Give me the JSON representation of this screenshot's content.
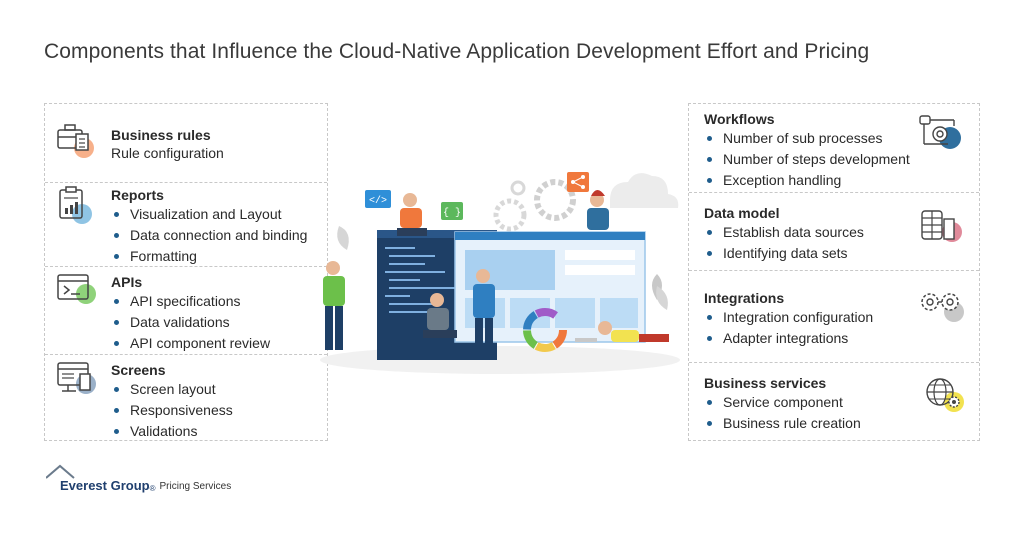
{
  "title": "Components that Influence the Cloud-Native Application Development Effort and Pricing",
  "left": [
    {
      "heading": "Business rules",
      "sub": "Rule configuration",
      "bullets": [],
      "icon": "briefcase-document-icon"
    },
    {
      "heading": "Reports",
      "sub": "",
      "bullets": [
        "Visualization and Layout",
        "Data connection and binding",
        "Formatting"
      ],
      "icon": "clipboard-chart-icon"
    },
    {
      "heading": "APIs",
      "sub": "",
      "bullets": [
        "API specifications",
        "Data validations",
        "API component review"
      ],
      "icon": "terminal-window-icon"
    },
    {
      "heading": "Screens",
      "sub": "",
      "bullets": [
        "Screen layout",
        "Responsiveness",
        "Validations"
      ],
      "icon": "monitor-screens-icon"
    }
  ],
  "right": [
    {
      "heading": "Workflows",
      "bullets": [
        "Number of sub processes",
        "Number of  steps development",
        "Exception handling"
      ],
      "icon": "workflow-icon"
    },
    {
      "heading": "Data model",
      "bullets": [
        "Establish data sources",
        "Identifying data sets"
      ],
      "icon": "database-building-icon"
    },
    {
      "heading": "Integrations",
      "bullets": [
        "Integration configuration",
        "Adapter integrations"
      ],
      "icon": "gears-icon"
    },
    {
      "heading": "Business services",
      "bullets": [
        "Service component",
        "Business rule creation"
      ],
      "icon": "globe-gear-icon"
    }
  ],
  "footer": {
    "brand": "Everest Group",
    "reg": "®",
    "service": "Pricing Services"
  },
  "colors": {
    "accent_blue": "#1f5d8c",
    "orange": "#f0783c",
    "green": "#6cc04a",
    "red": "#e0484e",
    "yellow": "#f2e250"
  }
}
